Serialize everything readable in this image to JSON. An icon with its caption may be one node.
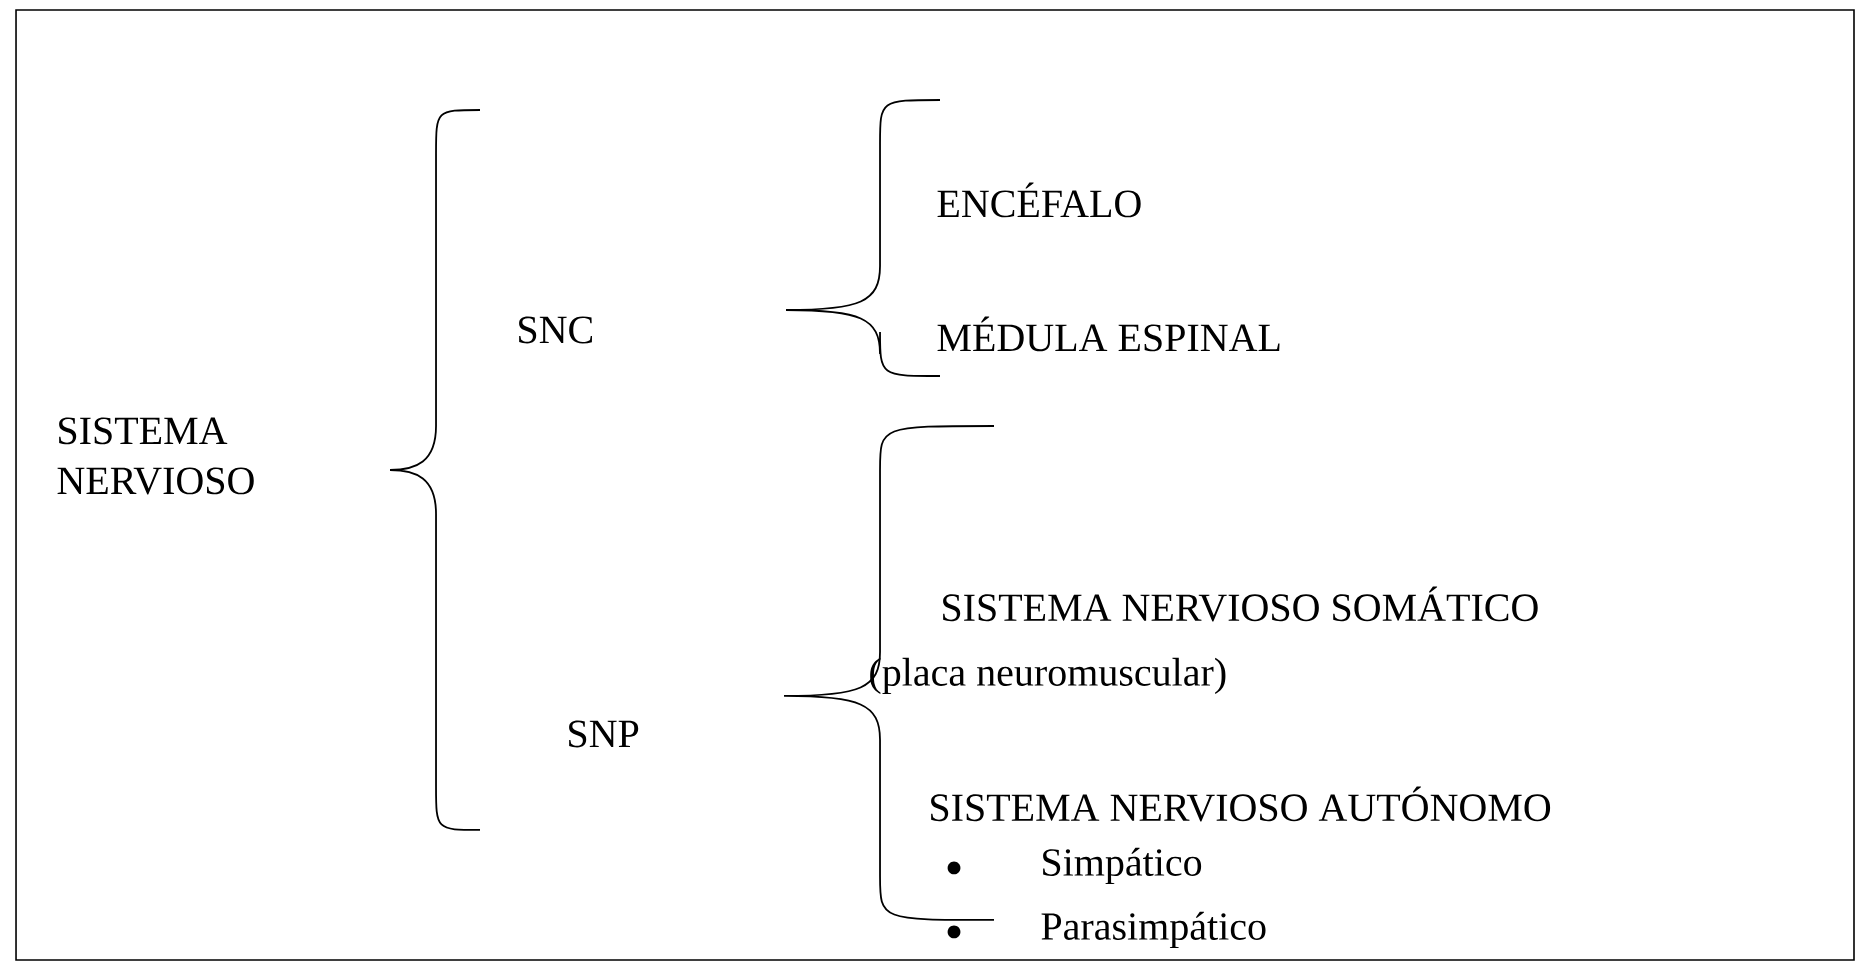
{
  "diagram": {
    "labels": [
      "SNC",
      "ENCÉFALO",
      "MÉDULA ESPINAL",
      "SISTEMA NERVIOSO",
      "SISTEMA NERVIOSO SOMÁTICO",
      "(placa neuromuscular)",
      "SNP",
      "SISTEMA NERVIOSO AUTÓNOMO",
      "Simpático",
      "Parasimpático"
    ]
  }
}
